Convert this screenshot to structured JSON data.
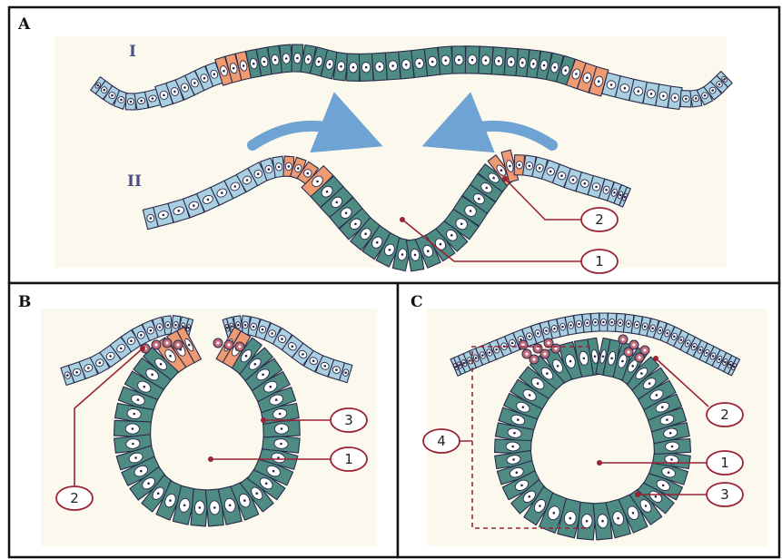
{
  "panels": {
    "a": {
      "letter": "A",
      "stage_top": "I",
      "stage_bottom": "II"
    },
    "b": {
      "letter": "B"
    },
    "c": {
      "letter": "C"
    }
  },
  "callouts": {
    "a_1": "1",
    "a_2": "2",
    "b_1": "1",
    "b_2": "2",
    "b_3": "3",
    "c_1": "1",
    "c_2": "2",
    "c_3": "3",
    "c_4": "4"
  },
  "colors": {
    "border": "#111111",
    "panel_bg": "#fbf9ee",
    "neural_plate_cell": "#4e8b82",
    "ectoderm_cell": "#a9cfe0",
    "neural_crest_cell": "#ee9a72",
    "crest_cluster": "#c06a78",
    "cell_outline": "#2a2a4a",
    "nucleus_fill": "#ffffff",
    "nucleus_dot": "#2a2a4a",
    "arrow": "#6ea3d4",
    "callout_line": "#9b2335"
  }
}
